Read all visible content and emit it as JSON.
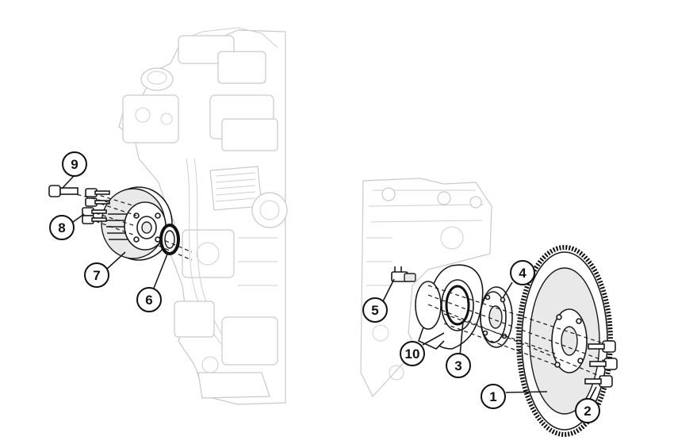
{
  "callouts": [
    {
      "id": "c1",
      "number": "1"
    },
    {
      "id": "c2",
      "number": "2"
    },
    {
      "id": "c3",
      "number": "3"
    },
    {
      "id": "c4",
      "number": "4"
    },
    {
      "id": "c5",
      "number": "5"
    },
    {
      "id": "c6",
      "number": "6"
    },
    {
      "id": "c7",
      "number": "7"
    },
    {
      "id": "c8",
      "number": "8"
    },
    {
      "id": "c9",
      "number": "9"
    },
    {
      "id": "c10",
      "number": "10"
    }
  ],
  "colors": {
    "line": "#1a1a1a",
    "ghost": "#c9c9c9",
    "background": "#ffffff"
  }
}
